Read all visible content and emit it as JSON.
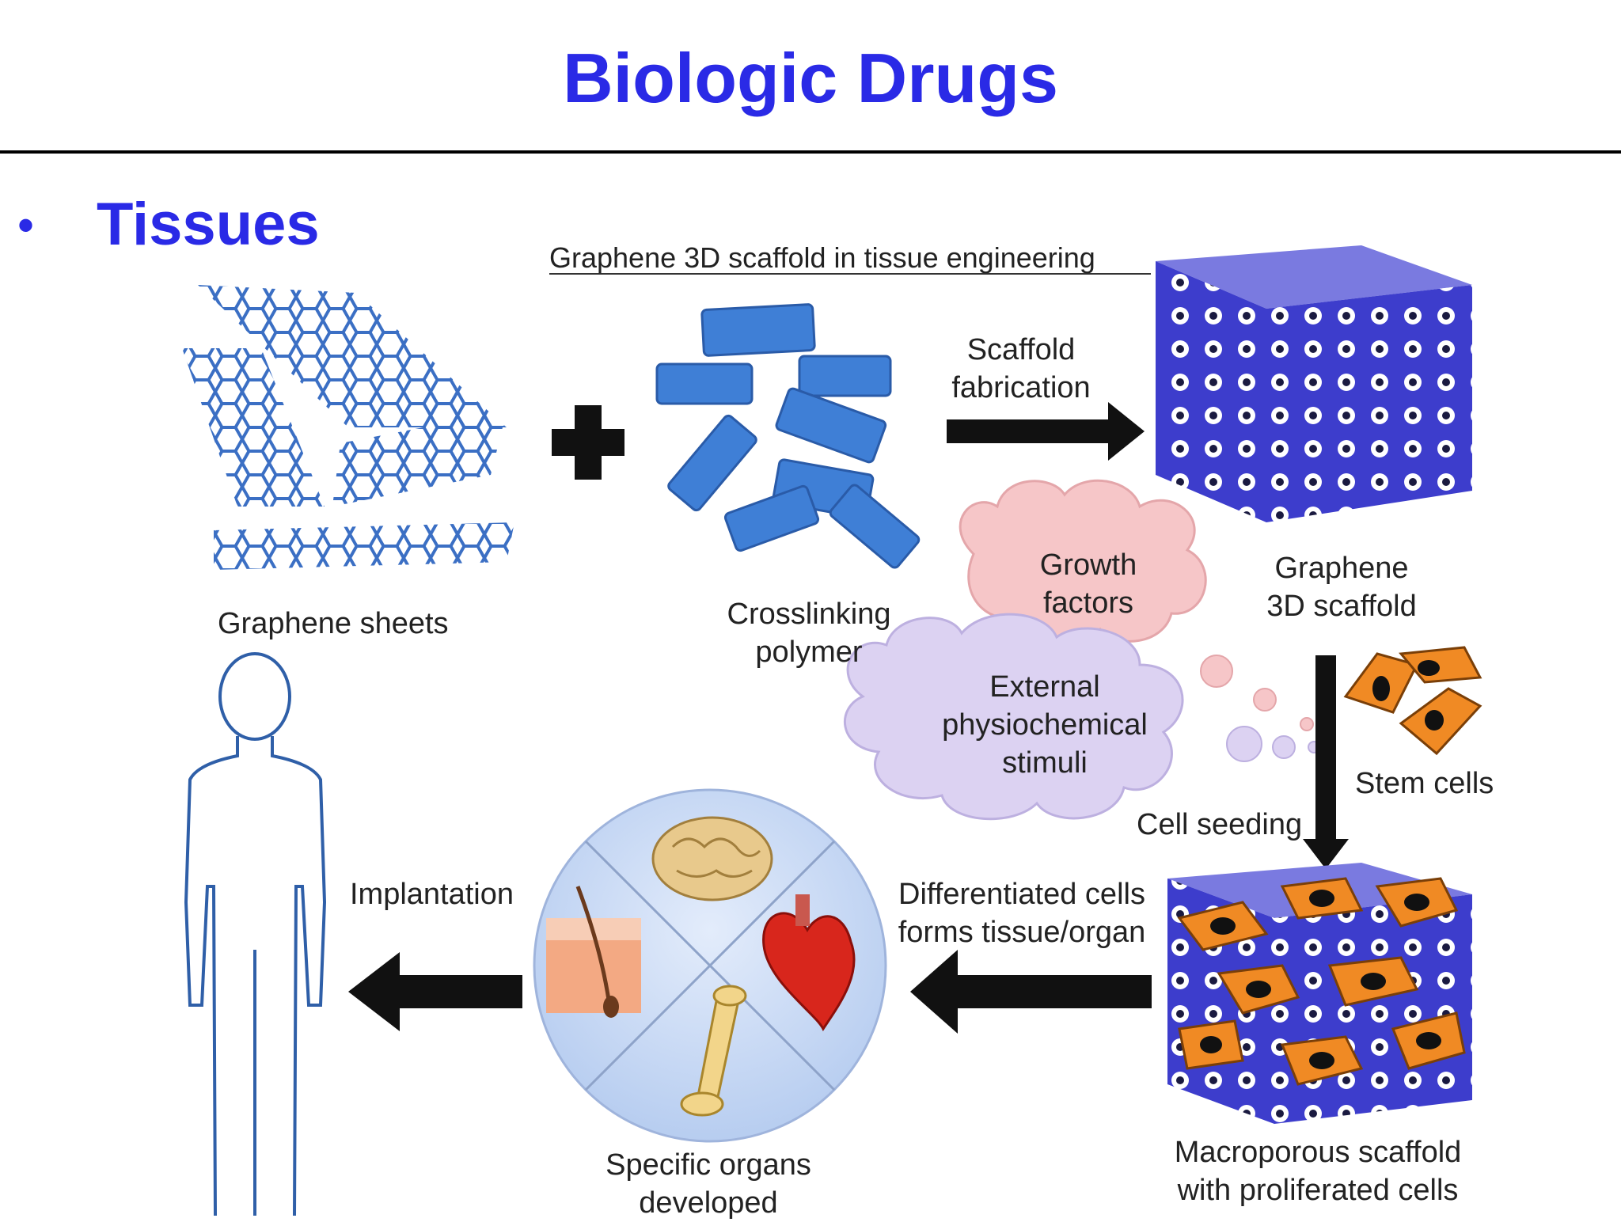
{
  "slide": {
    "title": "Biologic Drugs",
    "bullet": "Tissues"
  },
  "diagram": {
    "heading": "Graphene 3D scaffold in tissue engineering",
    "labels": {
      "graphene_sheets": "Graphene sheets",
      "crosslinking_polymer": [
        "Crosslinking",
        "polymer"
      ],
      "scaffold_fabrication": [
        "Scaffold",
        "fabrication"
      ],
      "graphene_3d_scaffold": [
        "Graphene",
        "3D scaffold"
      ],
      "growth_factors": [
        "Growth",
        "factors"
      ],
      "external_stimuli": [
        "External",
        "physiochemical",
        "stimuli"
      ],
      "stem_cells": "Stem cells",
      "cell_seeding": "Cell seeding",
      "differentiated": [
        "Differentiated cells",
        "forms tissue/organ"
      ],
      "implantation": "Implantation",
      "specific_organs": [
        "Specific organs",
        "developed"
      ],
      "macroporous": [
        "Macroporous scaffold",
        "with proliferated cells"
      ]
    },
    "colors": {
      "title": "#2a2ae6",
      "graphene": "#3b6fc4",
      "polymer": "#3f7fd6",
      "scaffold": "#3d3dcc",
      "growth_cloud": "#f6c6c8",
      "stimuli_cloud": "#dcd2f2",
      "cell": "#f08a24",
      "circle": "#c9d9f4",
      "human": "#2f5fa8"
    }
  }
}
